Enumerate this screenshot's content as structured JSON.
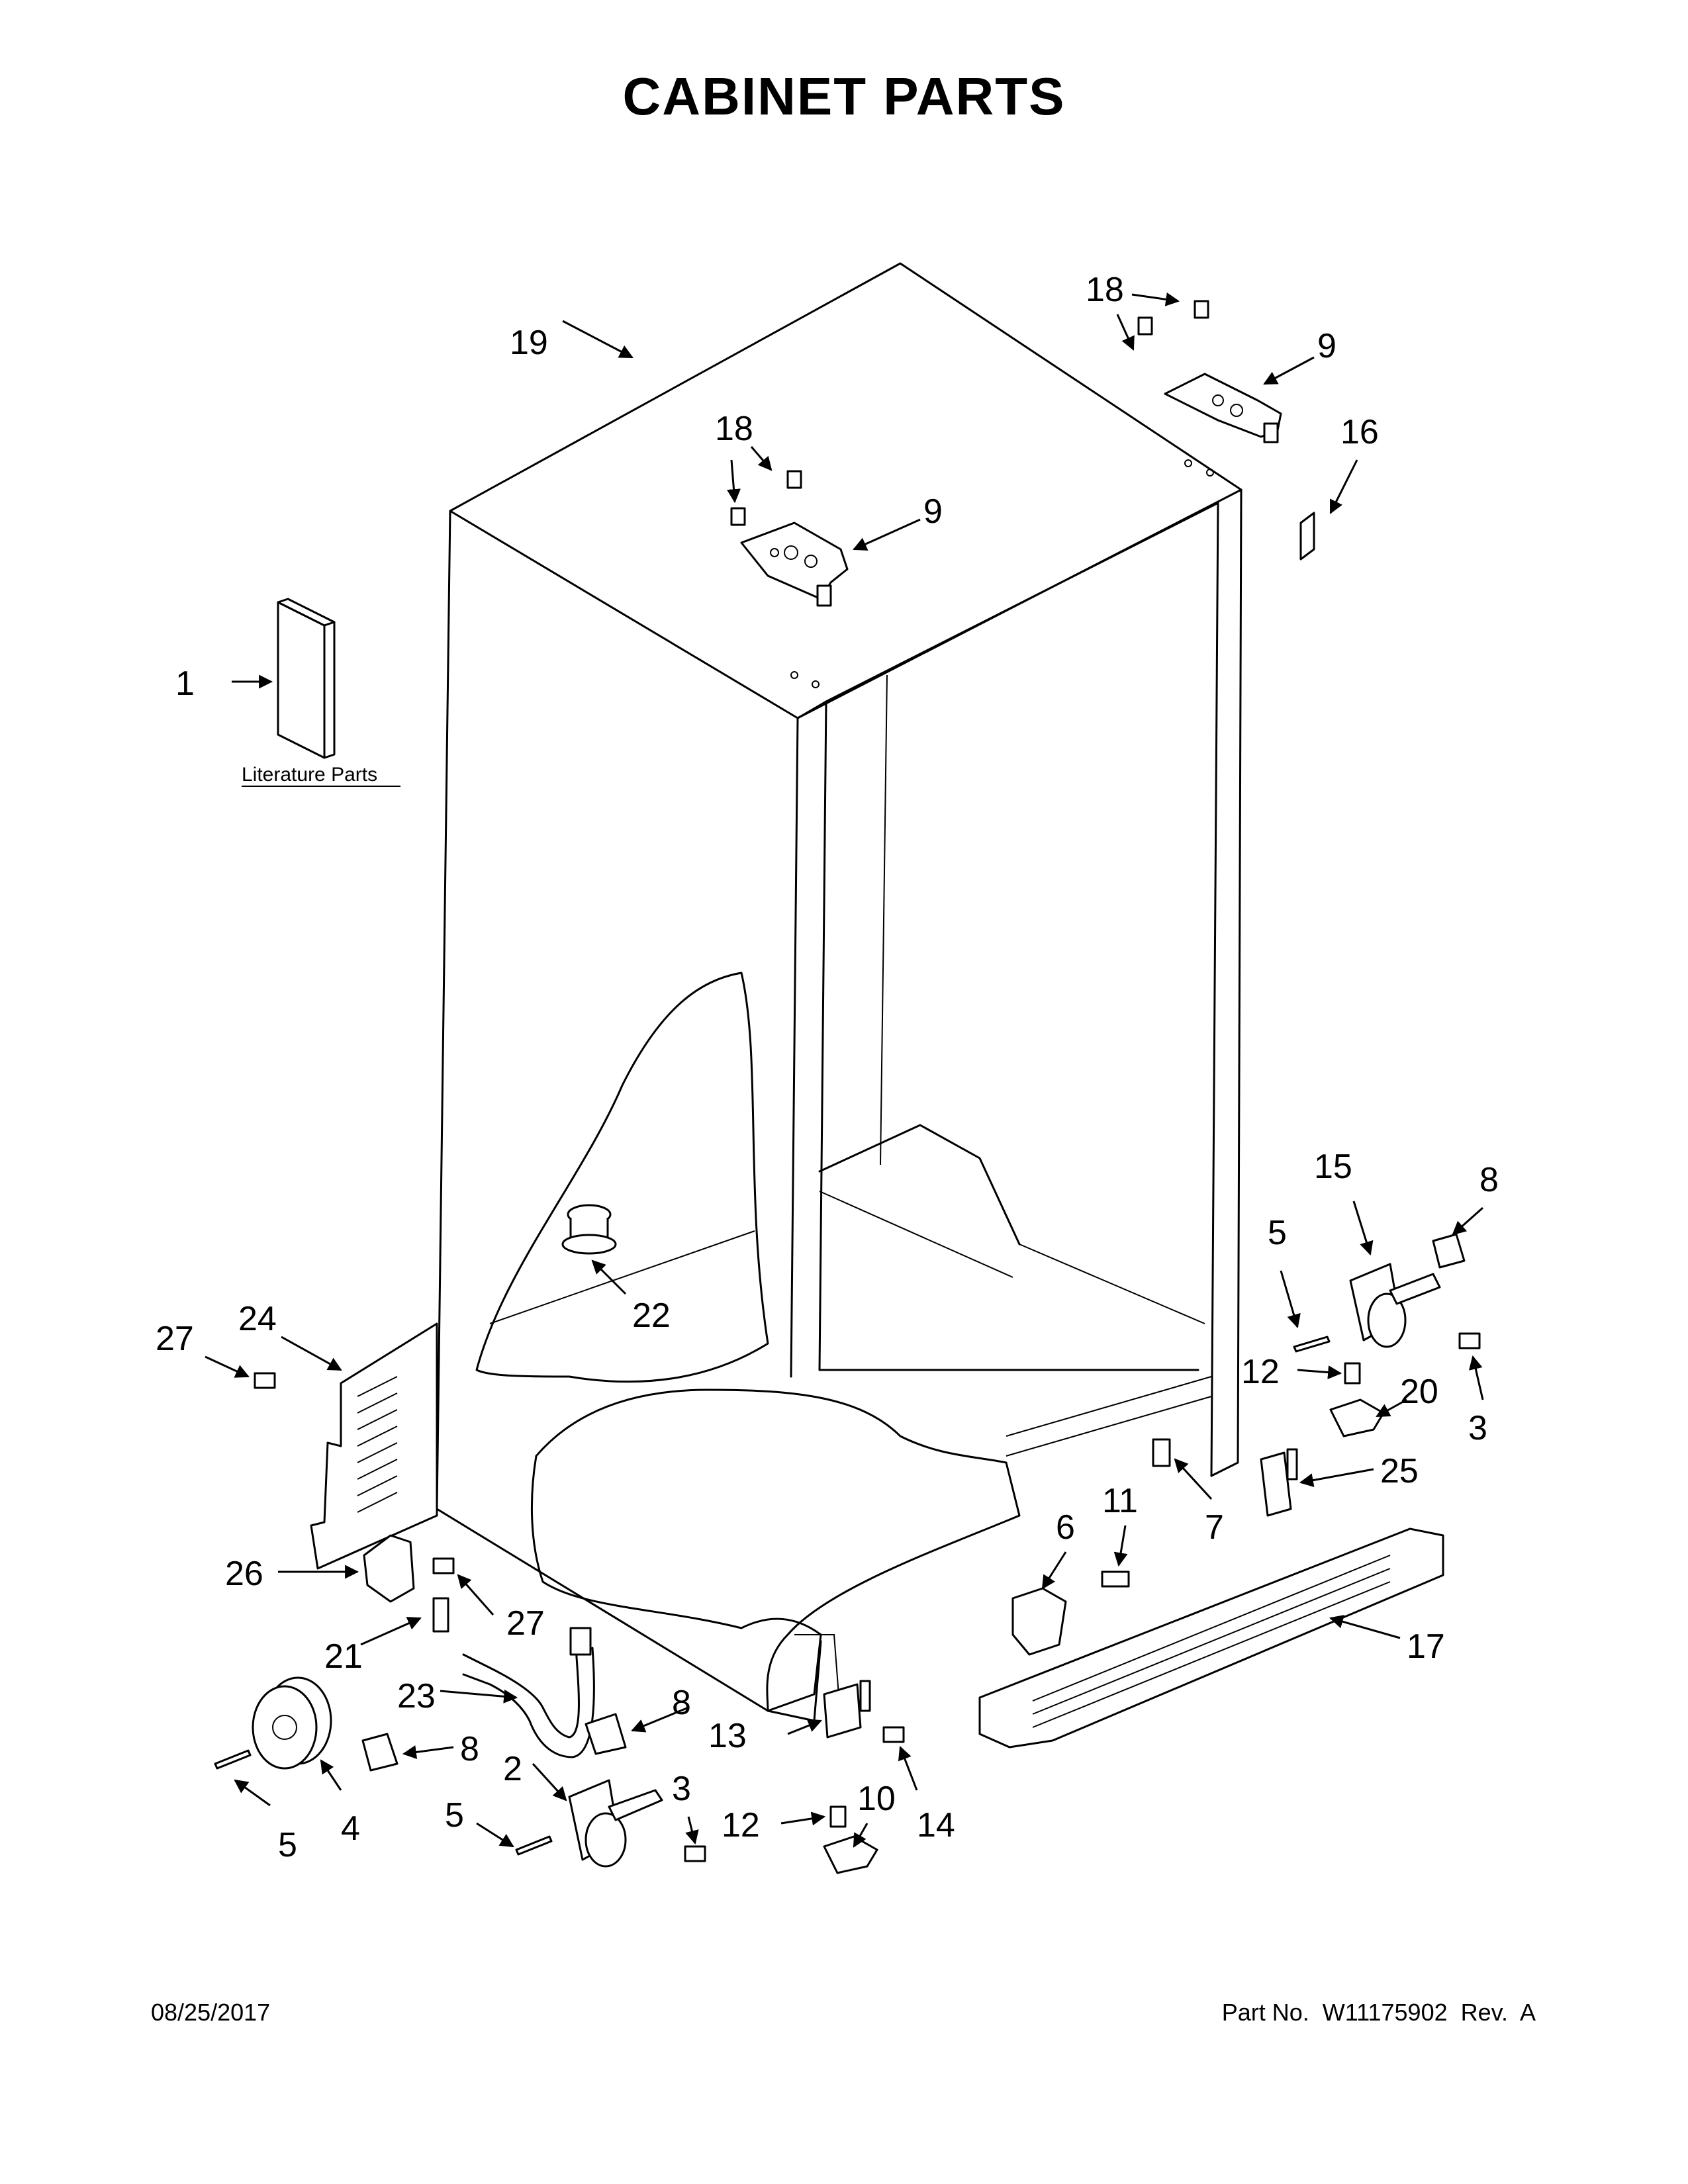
{
  "title": "CABINET PARTS",
  "literature_label": "Literature Parts",
  "footer": {
    "date": "08/25/2017",
    "part_number": "Part No.  W11175902  Rev.  A"
  },
  "callouts": [
    "1",
    "2",
    "3",
    "3",
    "4",
    "5",
    "5",
    "5",
    "6",
    "7",
    "8",
    "8",
    "8",
    "9",
    "9",
    "10",
    "11",
    "12",
    "12",
    "13",
    "14",
    "15",
    "16",
    "17",
    "18",
    "18",
    "19",
    "20",
    "21",
    "22",
    "23",
    "24",
    "25",
    "26",
    "27",
    "27"
  ]
}
